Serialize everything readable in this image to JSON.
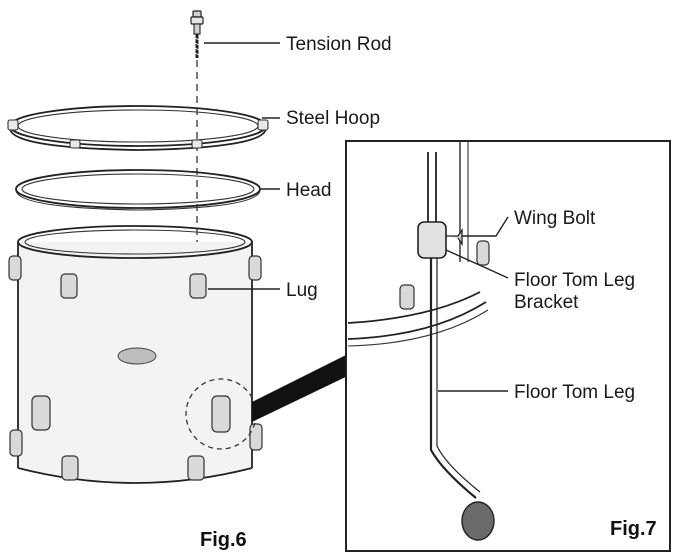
{
  "labels": {
    "tension_rod": "Tension Rod",
    "steel_hoop": "Steel Hoop",
    "head": "Head",
    "lug": "Lug",
    "wing_bolt": "Wing Bolt",
    "floor_tom_leg_bracket_line1": "Floor Tom Leg",
    "floor_tom_leg_bracket_line2": "Bracket",
    "floor_tom_leg": "Floor Tom Leg"
  },
  "figures": {
    "fig6": "Fig.6",
    "fig7": "Fig.7"
  }
}
